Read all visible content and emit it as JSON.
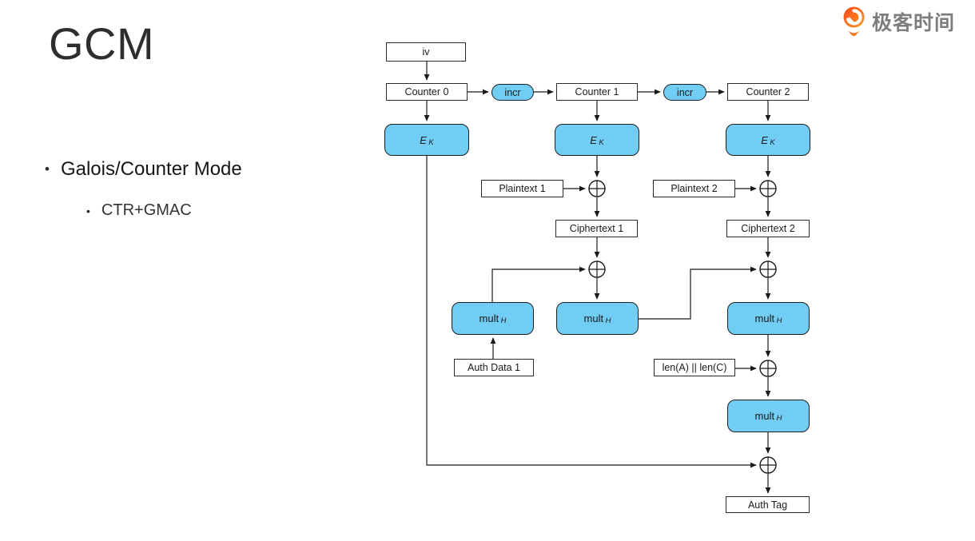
{
  "slide": {
    "title": "GCM",
    "bullet_char": "•",
    "bullets": [
      {
        "text": "Galois/Counter Mode"
      },
      {
        "text": "CTR+GMAC"
      }
    ]
  },
  "logo": {
    "text": "极客时间",
    "icon": "geektime-orange-bubble-icon",
    "icon_color": "#f4671f",
    "text_color": "#7d7d7d"
  },
  "diagram": {
    "colors": {
      "process_fill": "#72cdf4",
      "stroke": "#1a1a1a",
      "data_box_fill": "#ffffff"
    },
    "nodes": {
      "iv": "iv",
      "counter0": "Counter 0",
      "counter1": "Counter 1",
      "counter2": "Counter 2",
      "incr": "incr",
      "ek_main": "E",
      "ek_sub": "K",
      "plaintext1": "Plaintext 1",
      "plaintext2": "Plaintext 2",
      "ciphertext1": "Ciphertext 1",
      "ciphertext2": "Ciphertext 2",
      "mult_main": "mult",
      "mult_sub": "H",
      "auth_data1": "Auth Data 1",
      "len_ac": "len(A) || len(C)",
      "auth_tag": "Auth Tag"
    }
  }
}
